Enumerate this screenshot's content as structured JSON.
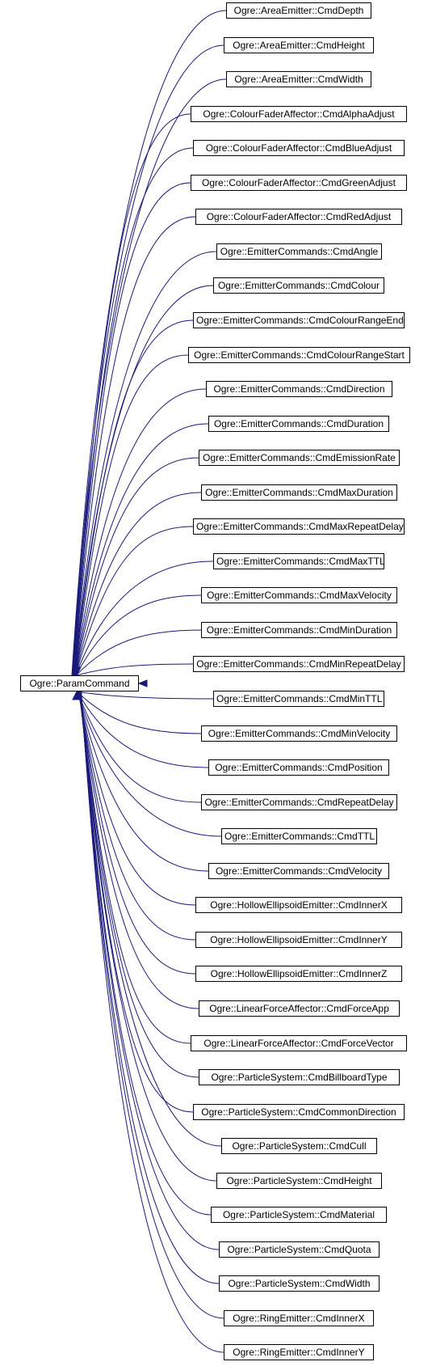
{
  "diagram": {
    "base_class": "Ogre::ParamCommand",
    "edge_color": "#1a1a7a",
    "derived_classes": [
      "Ogre::AreaEmitter::CmdDepth",
      "Ogre::AreaEmitter::CmdHeight",
      "Ogre::AreaEmitter::CmdWidth",
      "Ogre::ColourFaderAffector::CmdAlphaAdjust",
      "Ogre::ColourFaderAffector::CmdBlueAdjust",
      "Ogre::ColourFaderAffector::CmdGreenAdjust",
      "Ogre::ColourFaderAffector::CmdRedAdjust",
      "Ogre::EmitterCommands::CmdAngle",
      "Ogre::EmitterCommands::CmdColour",
      "Ogre::EmitterCommands::CmdColourRangeEnd",
      "Ogre::EmitterCommands::CmdColourRangeStart",
      "Ogre::EmitterCommands::CmdDirection",
      "Ogre::EmitterCommands::CmdDuration",
      "Ogre::EmitterCommands::CmdEmissionRate",
      "Ogre::EmitterCommands::CmdMaxDuration",
      "Ogre::EmitterCommands::CmdMaxRepeatDelay",
      "Ogre::EmitterCommands::CmdMaxTTL",
      "Ogre::EmitterCommands::CmdMaxVelocity",
      "Ogre::EmitterCommands::CmdMinDuration",
      "Ogre::EmitterCommands::CmdMinRepeatDelay",
      "Ogre::EmitterCommands::CmdMinTTL",
      "Ogre::EmitterCommands::CmdMinVelocity",
      "Ogre::EmitterCommands::CmdPosition",
      "Ogre::EmitterCommands::CmdRepeatDelay",
      "Ogre::EmitterCommands::CmdTTL",
      "Ogre::EmitterCommands::CmdVelocity",
      "Ogre::HollowEllipsoidEmitter::CmdInnerX",
      "Ogre::HollowEllipsoidEmitter::CmdInnerY",
      "Ogre::HollowEllipsoidEmitter::CmdInnerZ",
      "Ogre::LinearForceAffector::CmdForceApp",
      "Ogre::LinearForceAffector::CmdForceVector",
      "Ogre::ParticleSystem::CmdBillboardType",
      "Ogre::ParticleSystem::CmdCommonDirection",
      "Ogre::ParticleSystem::CmdCull",
      "Ogre::ParticleSystem::CmdHeight",
      "Ogre::ParticleSystem::CmdMaterial",
      "Ogre::ParticleSystem::CmdQuota",
      "Ogre::ParticleSystem::CmdWidth",
      "Ogre::RingEmitter::CmdInnerX",
      "Ogre::RingEmitter::CmdInnerY"
    ]
  }
}
